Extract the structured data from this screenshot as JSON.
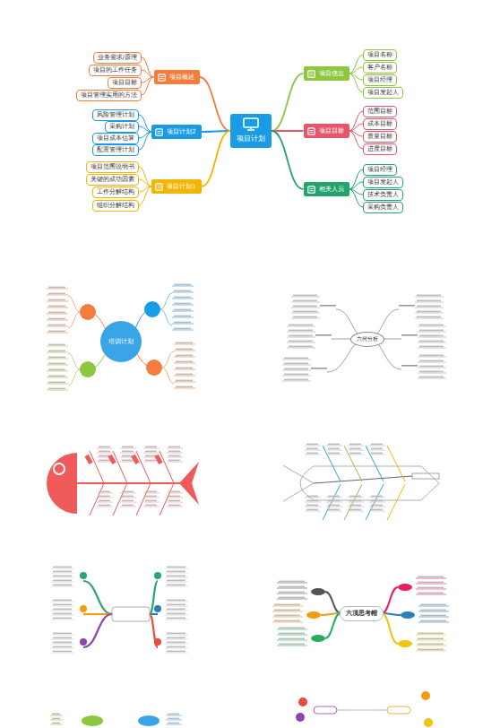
{
  "diagram": {
    "nodes": [
      {
        "text": [
          "项目计划"
        ]
      },
      {
        "text": [
          "项目概述"
        ]
      },
      {
        "text": [
          "业务需求/原理"
        ]
      },
      {
        "text": [
          "项目的工作任务"
        ]
      },
      {
        "text": [
          "项目目标"
        ]
      },
      {
        "text": [
          "项目管理实用的方法"
        ]
      },
      {
        "text": [
          "项目计划2"
        ]
      },
      {
        "text": [
          "风险管理计划"
        ]
      },
      {
        "text": [
          "采购计划"
        ]
      },
      {
        "text": [
          "项目成本估算"
        ]
      },
      {
        "text": [
          "配置管理计划"
        ]
      },
      {
        "text": [
          "项目计划1"
        ]
      },
      {
        "text": [
          "项目范围说明书"
        ]
      },
      {
        "text": [
          "关键的成功因素"
        ]
      },
      {
        "text": [
          "工作分解结构"
        ]
      },
      {
        "text": [
          "组织分解结构"
        ]
      },
      {
        "text": [
          "项目信息"
        ]
      },
      {
        "text": [
          "项目名称"
        ]
      },
      {
        "text": [
          "客户名称"
        ]
      },
      {
        "text": [
          "项目经理"
        ]
      },
      {
        "text": [
          "项目发起人"
        ]
      },
      {
        "text": [
          "项目目标"
        ]
      },
      {
        "text": [
          "范围目标"
        ]
      },
      {
        "text": [
          "成本目标"
        ]
      },
      {
        "text": [
          "质量目标"
        ]
      },
      {
        "text": [
          "进度目标"
        ]
      },
      {
        "text": [
          "相关人员"
        ]
      },
      {
        "text": [
          "项目经理"
        ]
      },
      {
        "text": [
          "项目发起人"
        ]
      },
      {
        "text": [
          "技术负责人"
        ]
      },
      {
        "text": [
          "采购负责人"
        ]
      },
      {
        "text": [
          "培训计划"
        ]
      },
      {
        "text": [
          "六何分析"
        ]
      },
      {
        "text": [
          "六顶思考帽"
        ]
      }
    ],
    "edges": [
      {
        "from": 0,
        "to": 1,
        "arrow": "none"
      },
      {
        "from": 0,
        "to": 6,
        "arrow": "none"
      },
      {
        "from": 0,
        "to": 11,
        "arrow": "none"
      },
      {
        "from": 0,
        "to": 16,
        "arrow": "none"
      },
      {
        "from": 0,
        "to": 21,
        "arrow": "none"
      },
      {
        "from": 0,
        "to": 26,
        "arrow": "none"
      },
      {
        "from": 1,
        "to": 2,
        "arrow": "none"
      },
      {
        "from": 1,
        "to": 3,
        "arrow": "none"
      },
      {
        "from": 1,
        "to": 4,
        "arrow": "none"
      },
      {
        "from": 1,
        "to": 5,
        "arrow": "none"
      },
      {
        "from": 6,
        "to": 7,
        "arrow": "none"
      },
      {
        "from": 6,
        "to": 8,
        "arrow": "none"
      },
      {
        "from": 6,
        "to": 9,
        "arrow": "none"
      },
      {
        "from": 6,
        "to": 10,
        "arrow": "none"
      },
      {
        "from": 11,
        "to": 12,
        "arrow": "none"
      },
      {
        "from": 11,
        "to": 13,
        "arrow": "none"
      },
      {
        "from": 11,
        "to": 14,
        "arrow": "none"
      },
      {
        "from": 11,
        "to": 15,
        "arrow": "none"
      },
      {
        "from": 16,
        "to": 17,
        "arrow": "none"
      },
      {
        "from": 16,
        "to": 18,
        "arrow": "none"
      },
      {
        "from": 16,
        "to": 19,
        "arrow": "none"
      },
      {
        "from": 16,
        "to": 20,
        "arrow": "none"
      },
      {
        "from": 21,
        "to": 22,
        "arrow": "none"
      },
      {
        "from": 21,
        "to": 23,
        "arrow": "none"
      },
      {
        "from": 21,
        "to": 24,
        "arrow": "none"
      },
      {
        "from": 21,
        "to": 25,
        "arrow": "none"
      },
      {
        "from": 26,
        "to": 27,
        "arrow": "none"
      },
      {
        "from": 26,
        "to": 28,
        "arrow": "none"
      },
      {
        "from": 26,
        "to": 29,
        "arrow": "none"
      },
      {
        "from": 26,
        "to": 30,
        "arrow": "none"
      }
    ]
  }
}
